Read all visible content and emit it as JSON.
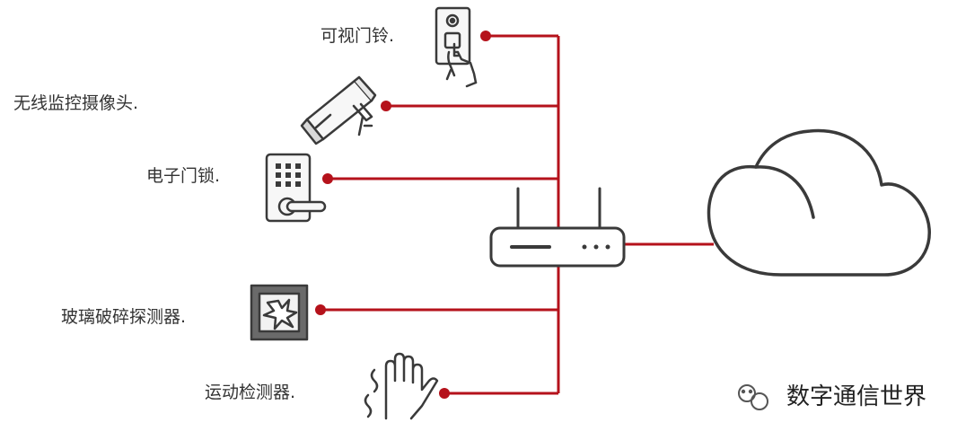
{
  "diagram": {
    "devices": [
      {
        "id": "doorbell",
        "label": "可视门铃.",
        "icon": "video-doorbell-icon"
      },
      {
        "id": "camera",
        "label": "无线监控摄像头.",
        "icon": "security-camera-icon"
      },
      {
        "id": "lock",
        "label": "电子门锁.",
        "icon": "keypad-door-lock-icon"
      },
      {
        "id": "glass",
        "label": "玻璃破碎探测器.",
        "icon": "glass-break-detector-icon"
      },
      {
        "id": "motion",
        "label": "运动检测器.",
        "icon": "motion-detector-hand-icon"
      }
    ],
    "hub": {
      "icon": "router-icon"
    },
    "cloud": {
      "icon": "cloud-icon"
    },
    "colors": {
      "link": "#b5121b",
      "icon_stroke": "#3a3a3a",
      "label_text": "#333333"
    }
  },
  "watermark": {
    "text": "数字通信世界",
    "icon": "wechat-official-account-icon"
  }
}
